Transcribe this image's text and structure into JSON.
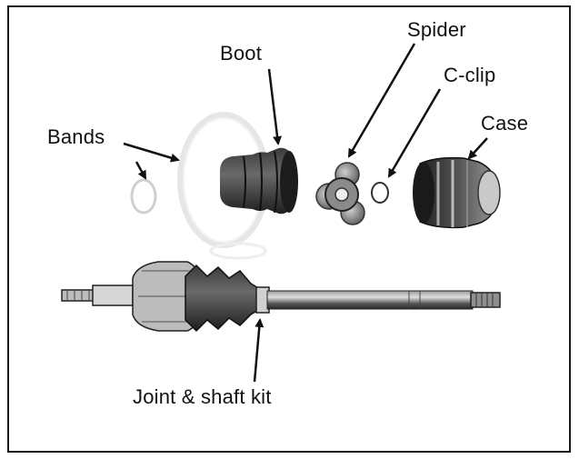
{
  "labels": {
    "bands": "Bands",
    "boot": "Boot",
    "spider": "Spider",
    "c_clip": "C-clip",
    "case": "Case",
    "joint_shaft_kit": "Joint & shaft kit"
  },
  "colors": {
    "frame": "#1a1a1a",
    "ink": "#111111",
    "background": "#ffffff"
  }
}
